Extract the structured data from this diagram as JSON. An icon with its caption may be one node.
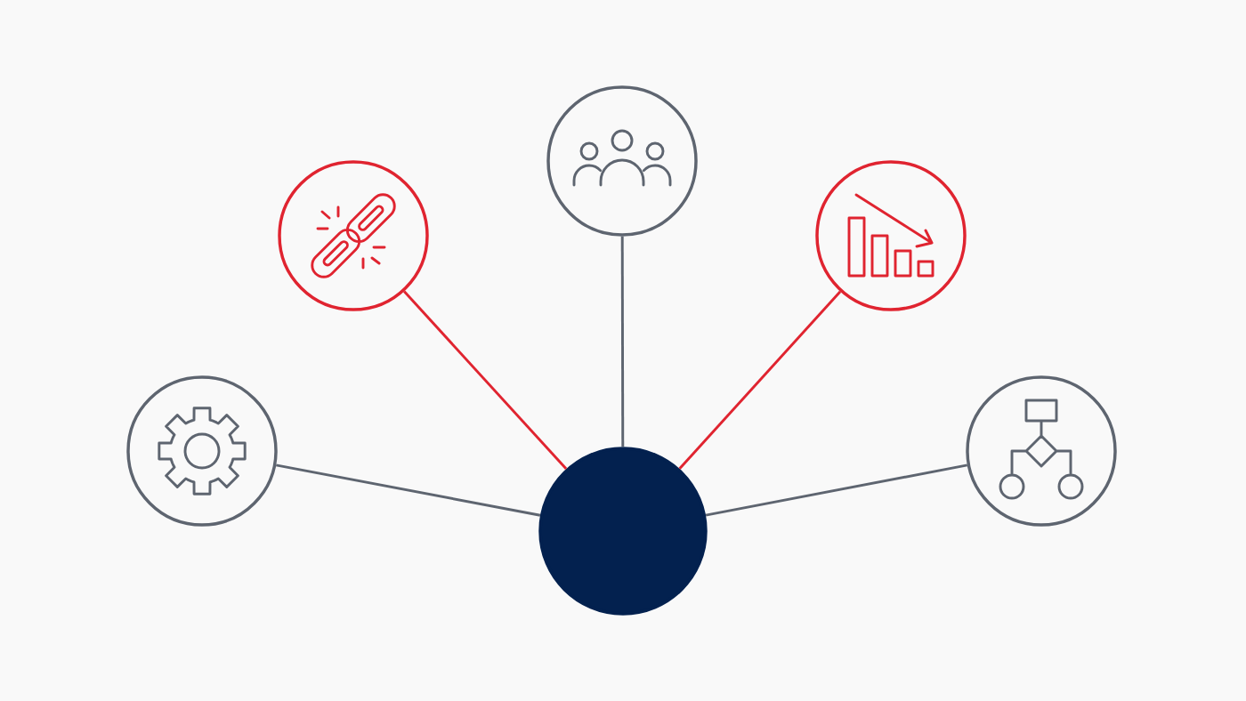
{
  "diagram": {
    "nodes": [
      {
        "text": [],
        "shape": "circle"
      },
      {
        "text": [],
        "shape": "circle"
      },
      {
        "text": [],
        "shape": "circle"
      },
      {
        "text": [],
        "shape": "circle"
      },
      {
        "text": [],
        "shape": "circle"
      },
      {
        "text": [],
        "shape": "circle"
      }
    ],
    "edges": [
      {
        "from": 5,
        "to": 0,
        "arrow": "none"
      },
      {
        "from": 5,
        "to": 1,
        "arrow": "none",
        "color": "#e02430"
      },
      {
        "from": 5,
        "to": 2,
        "arrow": "none",
        "color": "#e02430"
      },
      {
        "from": 5,
        "to": 3,
        "arrow": "none"
      },
      {
        "from": 5,
        "to": 4,
        "arrow": "none"
      }
    ]
  }
}
